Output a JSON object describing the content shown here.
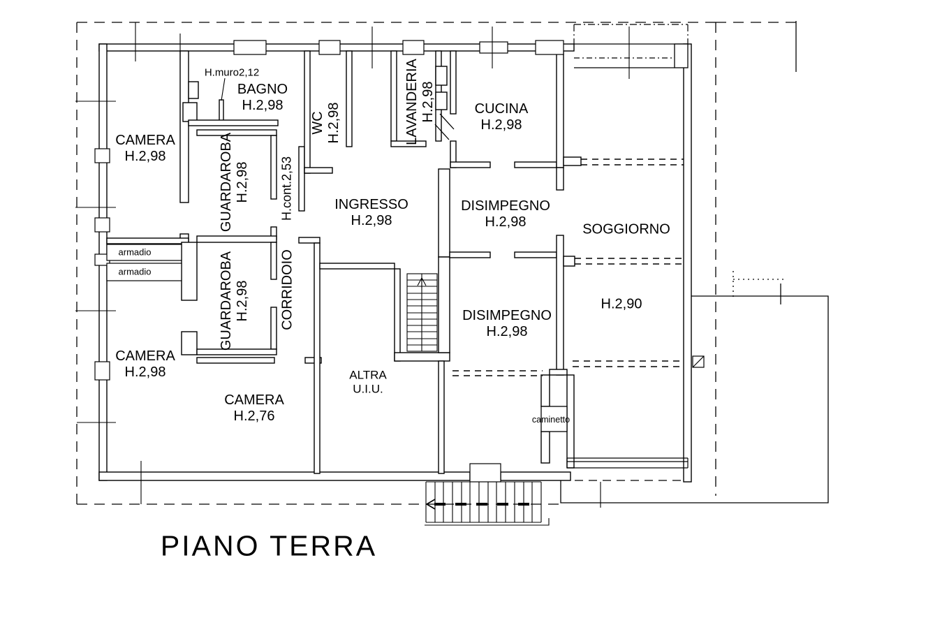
{
  "title": "PIANO TERRA",
  "colors": {
    "line": "#000000",
    "background": "#ffffff"
  },
  "rooms": {
    "camera_nw": {
      "name": "CAMERA",
      "height": "H.2,98"
    },
    "bagno": {
      "name": "BAGNO",
      "height": "H.2,98"
    },
    "guardaroba_n": {
      "name": "GUARDAROBA",
      "height": "H.2,98"
    },
    "wc": {
      "name": "WC",
      "height": "H.2,98"
    },
    "lavanderia": {
      "name": "LAVANDERIA",
      "height": "H.2,98"
    },
    "cucina": {
      "name": "CUCINA",
      "height": "H.2,98"
    },
    "ingresso": {
      "name": "INGRESSO",
      "height": "H.2,98"
    },
    "disimpegno_n": {
      "name": "DISIMPEGNO",
      "height": "H.2,98"
    },
    "soggiorno": {
      "name": "SOGGIORNO",
      "height": "H.2,90"
    },
    "guardaroba_s": {
      "name": "GUARDAROBA",
      "height": "H.2,98"
    },
    "corridoio": {
      "name": "CORRIDOIO"
    },
    "camera_sw": {
      "name": "CAMERA",
      "height": "H.2,98"
    },
    "camera_s": {
      "name": "CAMERA",
      "height": "H.2,76"
    },
    "disimpegno_s": {
      "name": "DISIMPEGNO",
      "height": "H.2,98"
    },
    "altra_uiu": {
      "name": "ALTRA",
      "subname": "U.I.U."
    }
  },
  "annotations": {
    "h_muro": "H.muro2,12",
    "h_cont": "H.cont.2,53",
    "armadio_top": "armadio",
    "armadio_bottom": "armadio",
    "caminetto": "caminetto"
  }
}
